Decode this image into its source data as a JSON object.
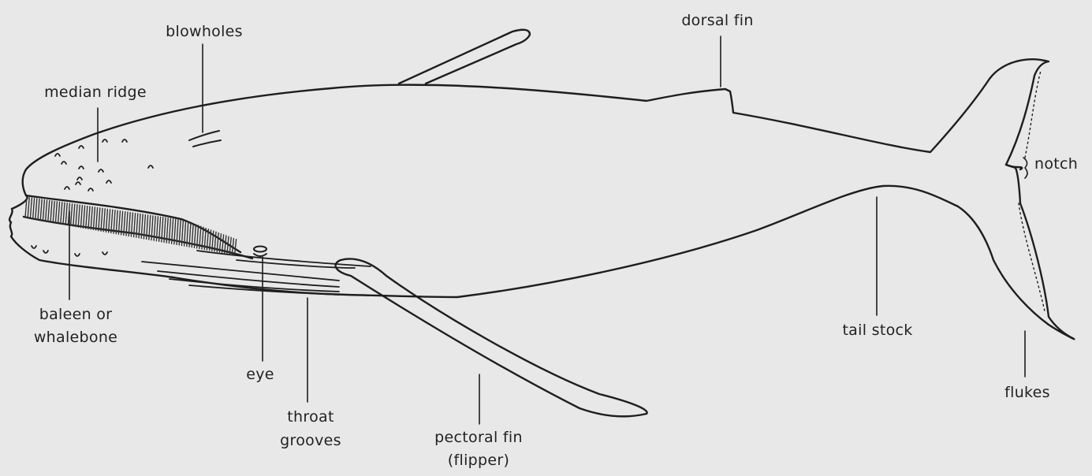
{
  "labels": {
    "blowholes": "blowholes",
    "median_ridge": "median ridge",
    "dorsal_fin": "dorsal fin",
    "notch": "notch",
    "baleen_1": "baleen or",
    "baleen_2": "whalebone",
    "eye": "eye",
    "throat_1": "throat",
    "throat_2": "grooves",
    "pectoral_1": "pectoral fin",
    "pectoral_2": "(flipper)",
    "tail_stock": "tail stock",
    "flukes": "flukes"
  },
  "colors": {
    "background": "#e8e8e8",
    "line": "#1e1e1e",
    "baleen": "#333333"
  }
}
